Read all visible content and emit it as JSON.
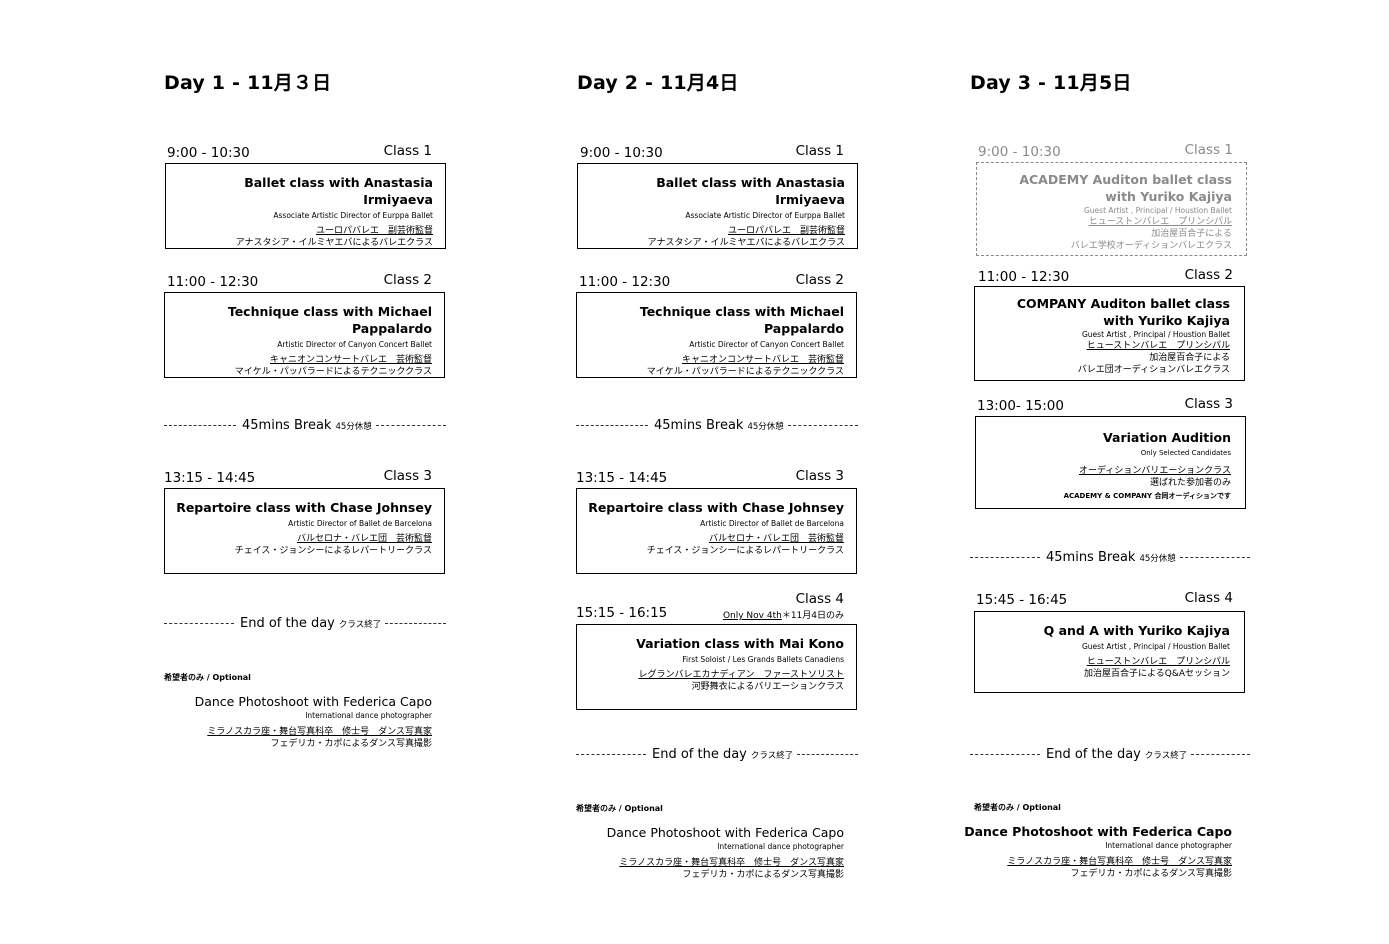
{
  "days": [
    {
      "title": "Day  1  - 11月３日",
      "slots": [
        {
          "time": "9:00 - 10:30",
          "cls": "Class 1",
          "title": "Ballet class with Anastasia Irmiyaeva",
          "sub": "Associate Artistic Director of Eurppa Ballet",
          "jp1": "ユーロパバレエ　副芸術監督",
          "jp2": "アナスタシア・イルミヤエバによるバレエクラス"
        },
        {
          "time": "11:00 - 12:30",
          "cls": "Class 2",
          "title": "Technique class with Michael Pappalardo",
          "sub": "Artistic Director of Canyon Concert Ballet",
          "jp1": "キャニオンコンサートバレエ　芸術監督",
          "jp2": "マイケル・パッパラードによるテクニッククラス"
        },
        {
          "time": "13:15 - 14:45",
          "cls": "Class 3",
          "title": "Repartoire class with Chase Johnsey",
          "sub": "Artistic Director of Ballet de Barcelona",
          "jp1": "バルセロナ・バレエ団　芸術監督",
          "jp2": "チェイス・ジョンシーによるレパートリークラス"
        }
      ],
      "break_label": "45mins Break",
      "break_jp": "45分休憩",
      "end_label": "End of the day",
      "end_jp": "クラス終了",
      "optional": {
        "tag": "希望者のみ / Optional",
        "title": "Dance Photoshoot with Federica Capo",
        "sub": "International dance photographer",
        "jp1": "ミラノスカラ座・舞台写真科卒　修士号　ダンス写真家",
        "jp2": "フェデリカ・カポによるダンス写真撮影"
      }
    },
    {
      "title": "Day 2 - 11月4日",
      "slots": [
        {
          "time": "9:00 - 10:30",
          "cls": "Class 1",
          "title": "Ballet class with Anastasia Irmiyaeva",
          "sub": "Associate Artistic Director of Eurppa Ballet",
          "jp1": "ユーロパバレエ　副芸術監督",
          "jp2": "アナスタシア・イルミヤエバによるバレエクラス"
        },
        {
          "time": "11:00 - 12:30",
          "cls": "Class 2",
          "title": "Technique class with Michael Pappalardo",
          "sub": "Artistic Director of Canyon Concert Ballet",
          "jp1": "キャニオンコンサートバレエ　芸術監督",
          "jp2": "マイケル・パッパラードによるテクニッククラス"
        },
        {
          "time": "13:15 - 14:45",
          "cls": "Class 3",
          "title": "Repartoire class with Chase Johnsey",
          "sub": "Artistic Director of Ballet de Barcelona",
          "jp1": "バルセロナ・バレエ団　芸術監督",
          "jp2": "チェイス・ジョンシーによるレパートリークラス"
        },
        {
          "time": "15:15 - 16:15",
          "cls": "Class 4",
          "note_u": "Only Nov 4th",
          "note_jp": "＊11月4日のみ",
          "title": "Variation class with Mai Kono",
          "sub": "First Soloist / Les Grands Ballets Canadiens",
          "jp1": "レグランバレエカナディアン　ファーストソリスト",
          "jp2": "河野舞衣によるバリエーションクラス"
        }
      ],
      "break_label": "45mins Break",
      "break_jp": "45分休憩",
      "end_label": "End of the day",
      "end_jp": "クラス終了",
      "optional": {
        "tag": "希望者のみ / Optional",
        "title": "Dance Photoshoot with Federica Capo",
        "sub": "International dance photographer",
        "jp1": "ミラノスカラ座・舞台写真科卒　修士号　ダンス写真家",
        "jp2": "フェデリカ・カポによるダンス写真撮影"
      }
    },
    {
      "title": "Day 3 - 11月5日",
      "slots": [
        {
          "time": "9:00 - 10:30",
          "cls": "Class 1",
          "title1": "ACADEMY Auditon ballet class",
          "title2": "with Yuriko Kajiya",
          "sub": "Guest Artist , Principal  / Houstion Ballet",
          "jp1": "ヒューストンバレエ　プリンシパル",
          "jp2": "加治屋百合子による",
          "jp3": "バレエ学校オーディションバレエクラス"
        },
        {
          "time": "11:00 - 12:30",
          "cls": "Class 2",
          "title1": "COMPANY Auditon ballet class",
          "title2": "with Yuriko Kajiya",
          "sub": "Guest Artist , Principal  / Houstion Ballet",
          "jp1": "ヒューストンバレエ　プリンシパル",
          "jp2": "加治屋百合子による",
          "jp3": "バレエ団オーディションバレエクラス"
        },
        {
          "time": "13:00- 15:00",
          "cls": "Class 3",
          "title": "Variation Audition",
          "sub": "Only Selected Candidates",
          "jp1": "オーディションバリエーションクラス",
          "jp2": "選ばれた参加者のみ",
          "jp3": "ACADEMY & COMPANY 合同オーディションです"
        },
        {
          "time": "15:45 - 16:45",
          "cls": "Class 4",
          "title": "Q and A with Yuriko Kajiya",
          "sub": "Guest Artist , Principal  / Houstion Ballet",
          "jp1": "ヒューストンバレエ　プリンシパル",
          "jp2": "加治屋百合子によるQ&Aセッション"
        }
      ],
      "break_label": "45mins Break",
      "break_jp": "45分休憩",
      "end_label": "End of the day",
      "end_jp": "クラス終了",
      "optional": {
        "tag": "希望者のみ / Optional",
        "title": "Dance Photoshoot with Federica Capo",
        "sub": "International dance photographer",
        "jp1": "ミラノスカラ座・舞台写真科卒　修士号　ダンス写真家",
        "jp2": "フェデリカ・カポによるダンス写真撮影"
      }
    }
  ]
}
